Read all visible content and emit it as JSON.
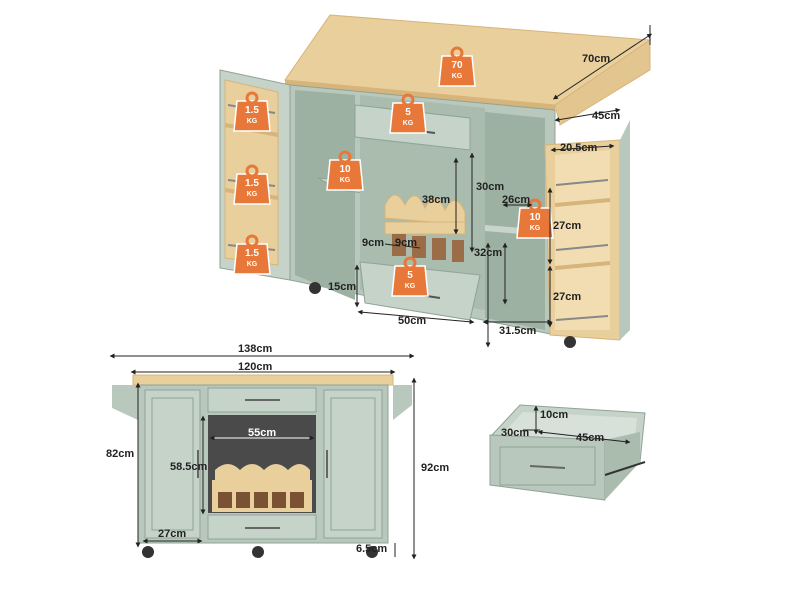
{
  "colors": {
    "cabinet": "#b9c8bd",
    "cabinet_dark": "#8fa396",
    "wood": "#e8cf9c",
    "wood_edge": "#d7b47a",
    "badge": "#e8783a",
    "line": "#222222"
  },
  "weights": {
    "top": {
      "value": "70",
      "unit": "KG"
    },
    "shelf1": {
      "value": "1.5",
      "unit": "KG"
    },
    "shelf2": {
      "value": "1.5",
      "unit": "KG"
    },
    "shelf3": {
      "value": "1.5",
      "unit": "KG"
    },
    "drawer_top": {
      "value": "5",
      "unit": "KG"
    },
    "inner_shelf_left": {
      "value": "10",
      "unit": "KG"
    },
    "inner_shelf_right": {
      "value": "10",
      "unit": "KG"
    },
    "drawer_bottom": {
      "value": "5",
      "unit": "KG"
    }
  },
  "iso_dims": {
    "top_width": "70cm",
    "top_depth": "45cm",
    "rack_width": "20.5cm",
    "wine_height": "38cm",
    "center_height": "30cm",
    "right_shelf_depth": "26cm",
    "right_upper": "27cm",
    "right_lower": "27cm",
    "cell_w1": "9cm",
    "cell_w2": "9cm",
    "center_lower": "32cm",
    "drawer_h": "15cm",
    "drawer_w": "50cm",
    "cab_w": "31.5cm"
  },
  "front_dims": {
    "total_w": "138cm",
    "body_w": "120cm",
    "height_body": "82cm",
    "height_total": "92cm",
    "wine_w": "55cm",
    "center_h": "58.5cm",
    "door_w": "27cm",
    "wheel_h": "6.5cm"
  },
  "drawer_dims": {
    "h": "10cm",
    "d": "30cm",
    "w": "45cm"
  }
}
